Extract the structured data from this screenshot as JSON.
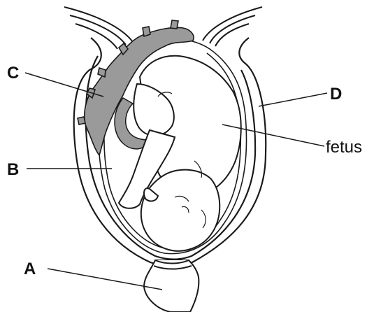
{
  "labels": {
    "a": "A",
    "b": "B",
    "c": "C",
    "d": "D",
    "fetus": "fetus"
  },
  "colors": {
    "outline": "#1a1a1a",
    "placenta_fill": "#9a9a9a",
    "background": "#ffffff"
  }
}
